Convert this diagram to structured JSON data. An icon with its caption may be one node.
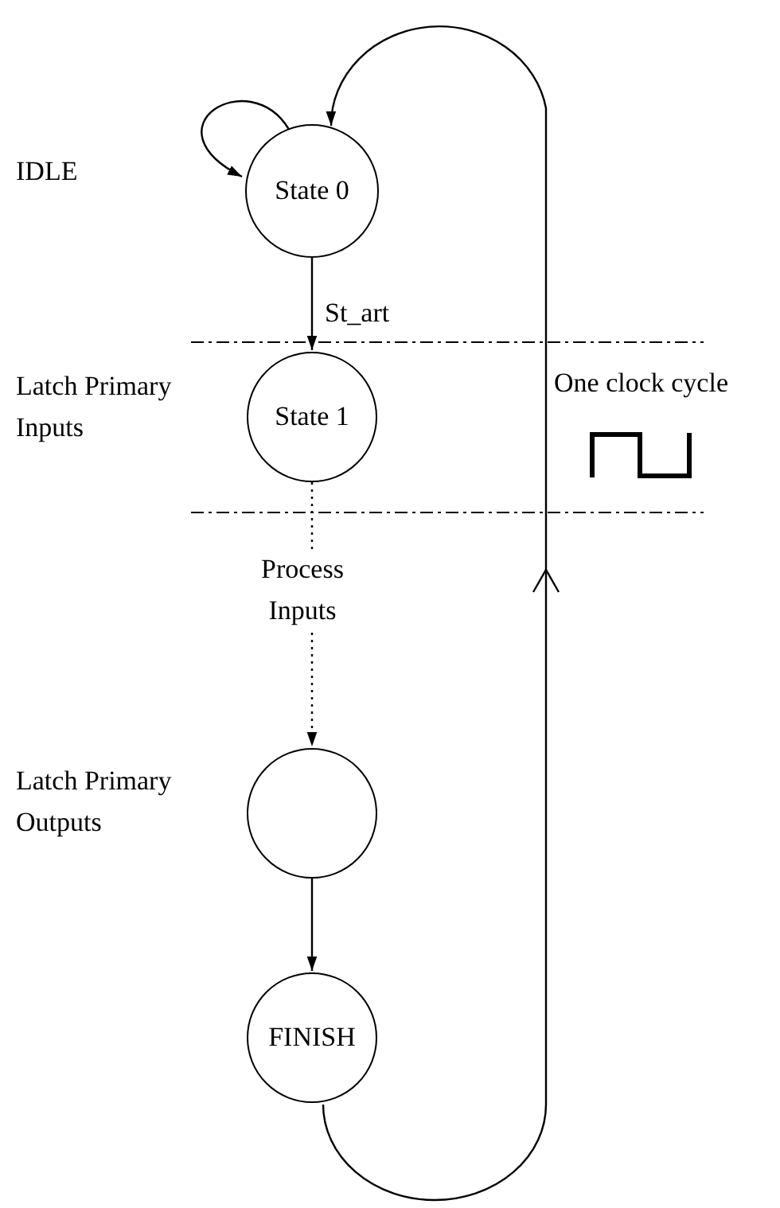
{
  "diagram": {
    "nodes": [
      {
        "text": [
          "State 0"
        ]
      },
      {
        "text": [
          "State 1"
        ]
      },
      {
        "text": [],
        "shape": "circle"
      },
      {
        "text": [
          "FINISH"
        ]
      }
    ],
    "edges": [
      {
        "from": 0,
        "to": 0,
        "arrow": "to"
      },
      {
        "from": 0,
        "to": 1,
        "arrow": "to",
        "label": "St_art"
      },
      {
        "from": 1,
        "to": 2,
        "arrow": "to",
        "label": "Process Inputs",
        "style": "dashed"
      },
      {
        "from": 2,
        "to": 3,
        "arrow": "to"
      },
      {
        "from": 3,
        "to": 0,
        "arrow": "to"
      }
    ],
    "labels": [
      "IDLE",
      "Latch Primary Inputs",
      "One clock cycle",
      "Latch Primary Outputs"
    ]
  }
}
